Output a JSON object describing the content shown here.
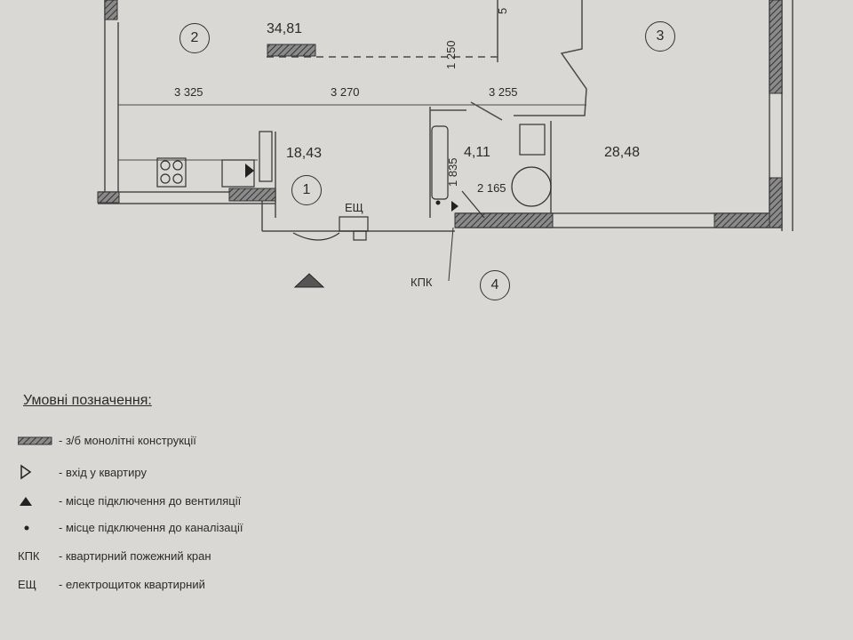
{
  "rooms": [
    {
      "number": "1",
      "area": "18,43"
    },
    {
      "number": "2",
      "area": "34,81"
    },
    {
      "number": "3",
      "area": "28,48"
    },
    {
      "number": "4",
      "area": "4,11"
    }
  ],
  "dimensions": {
    "d1": "3 325",
    "d2": "3 270",
    "d3": "1 250",
    "d4": "3 255",
    "d5": "1 835",
    "d6": "2 165",
    "d7": "5"
  },
  "labels": {
    "esch": "ЕЩ",
    "kpk": "КПК"
  },
  "legend": {
    "title": "Умовні позначення:",
    "items": [
      {
        "symbol": "hatched-wall-icon",
        "text": "- з/б монолітні конструкції"
      },
      {
        "symbol": "entry-arrow-icon",
        "text": "- вхід у квартиру"
      },
      {
        "symbol": "ventilation-triangle-icon",
        "text": "- місце підключення до вентиляції"
      },
      {
        "symbol": "sewer-dot-icon",
        "text": "- місце підключення до каналізації"
      },
      {
        "abbr": "КПК",
        "text": "- квартирний пожежний кран"
      },
      {
        "abbr": "ЕЩ",
        "text": "- електрощиток квартирний"
      }
    ]
  },
  "colors": {
    "paper": "#d9d8d4",
    "ink": "#2b2b2b",
    "wall": "#555555"
  }
}
